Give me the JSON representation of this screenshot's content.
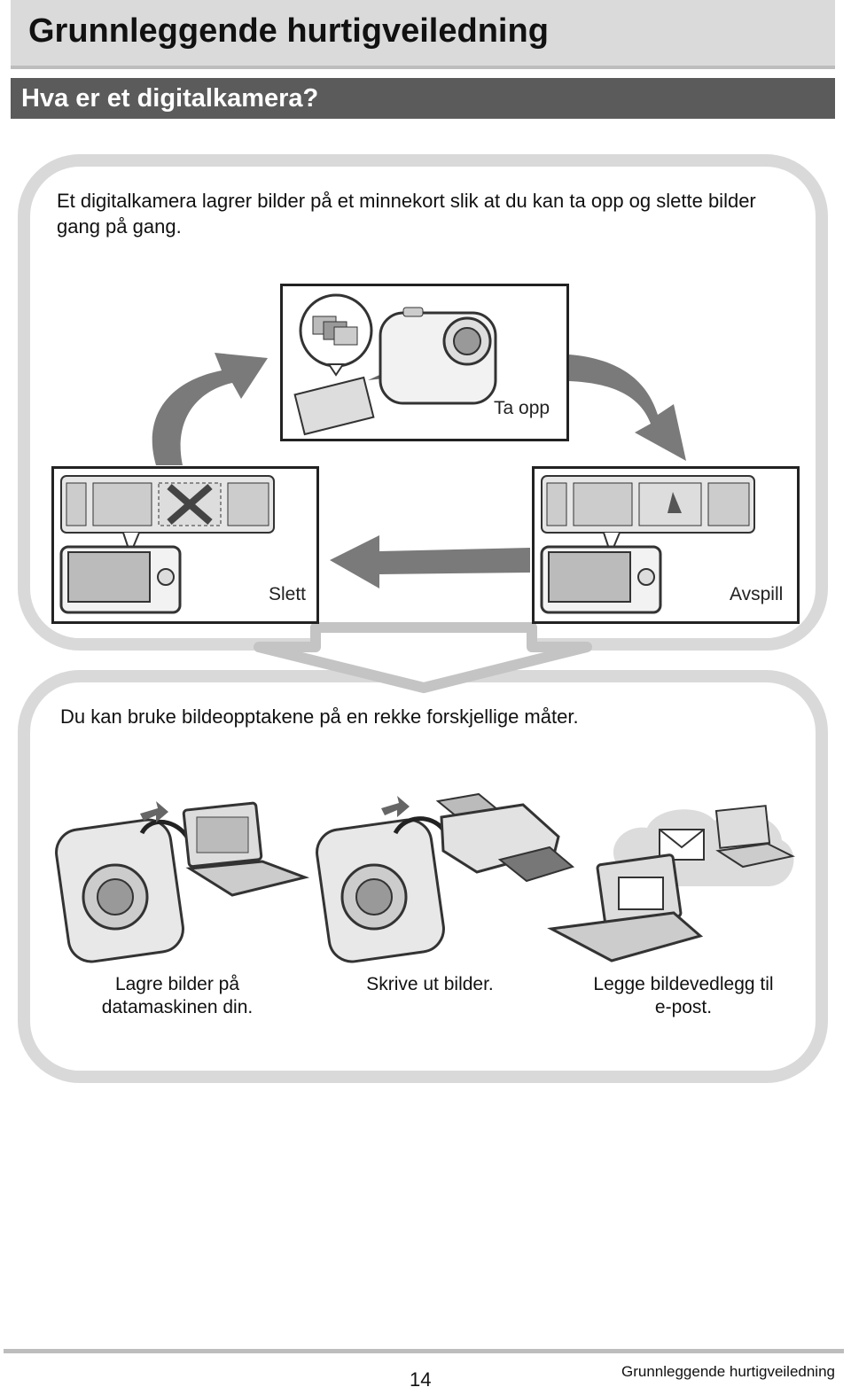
{
  "header": {
    "title": "Grunnleggende hurtigveiledning",
    "subtitle": "Hva er et digitalkamera?"
  },
  "intro": "Et digitalkamera lagrer bilder på et minnekort slik at du kan ta opp og slette bilder gang på gang.",
  "cycle": {
    "take_label": "Ta opp",
    "delete_label": "Slett",
    "playback_label": "Avspill"
  },
  "uses": {
    "text": "Du kan bruke bildeopptakene på en rekke forskjellige måter.",
    "items": [
      {
        "line1": "Lagre bilder på",
        "line2": "datamaskinen din.",
        "icon": "camera-to-laptop-icon"
      },
      {
        "line1": "Skrive ut bilder.",
        "line2": "",
        "icon": "camera-to-printer-icon"
      },
      {
        "line1": "Legge bildevedlegg til",
        "line2": "e-post.",
        "icon": "email-attachment-icon"
      }
    ]
  },
  "footer": {
    "page_number": "14",
    "section": "Grunnleggende hurtigveiledning"
  },
  "colors": {
    "title_band": "#dadada",
    "subtitle_band": "#5b5b5b",
    "panel_border": "#d9d9d9",
    "arrow": "#7a7a7a"
  }
}
